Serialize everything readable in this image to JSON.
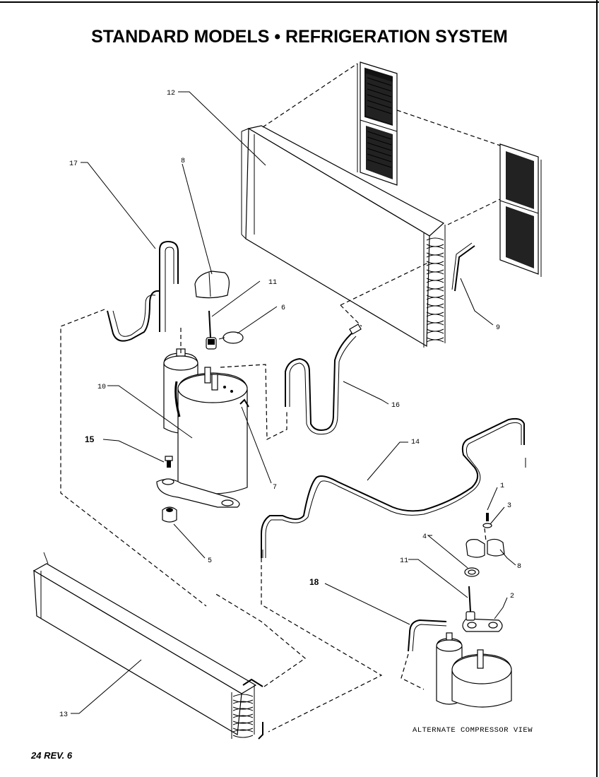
{
  "title": "STANDARD MODELS • REFRIGERATION SYSTEM",
  "footer": "24 REV. 6",
  "alternate_caption": "ALTERNATE COMPRESSOR VIEW",
  "callouts": {
    "c1": "1",
    "c2": "2",
    "c3": "3",
    "c4": "4",
    "c5": "5",
    "c6": "6",
    "c7": "7",
    "c8a": "8",
    "c8b": "8",
    "c9": "9",
    "c10": "10",
    "c11a": "11",
    "c11b": "11",
    "c12": "12",
    "c13": "13",
    "c14": "14",
    "c15": "15",
    "c16": "16",
    "c17": "17",
    "c18": "18"
  }
}
